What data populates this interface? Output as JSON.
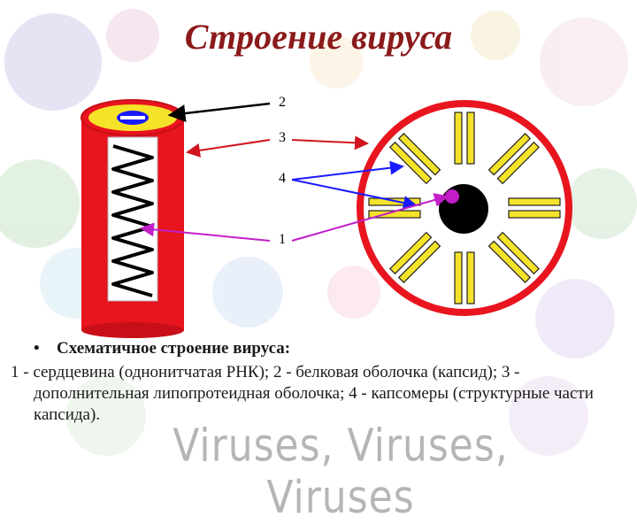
{
  "slide": {
    "title": "Строение вируса",
    "caption_head": "Схематичное строение вируса:",
    "caption_body": "1 - сердцевина (однонитчатая РНК); 2 - белковая оболочка (капсид); 3 - дополнительная липопротеидная оболочка; 4 - капсомеры (структурные части капсида).",
    "bullet": "•",
    "watermark": "Viruses, Viruses, Viruses"
  },
  "diagram": {
    "labels": [
      "2",
      "3",
      "4",
      "1"
    ],
    "colors": {
      "outer_red": "#e8141e",
      "capsomere_yellow": "#f5e32a",
      "core_black": "#000000",
      "arrow_black": "#000000",
      "arrow_red": "#d0141e",
      "arrow_blue": "#1a1aff",
      "arrow_magenta": "#c21ec8"
    }
  }
}
